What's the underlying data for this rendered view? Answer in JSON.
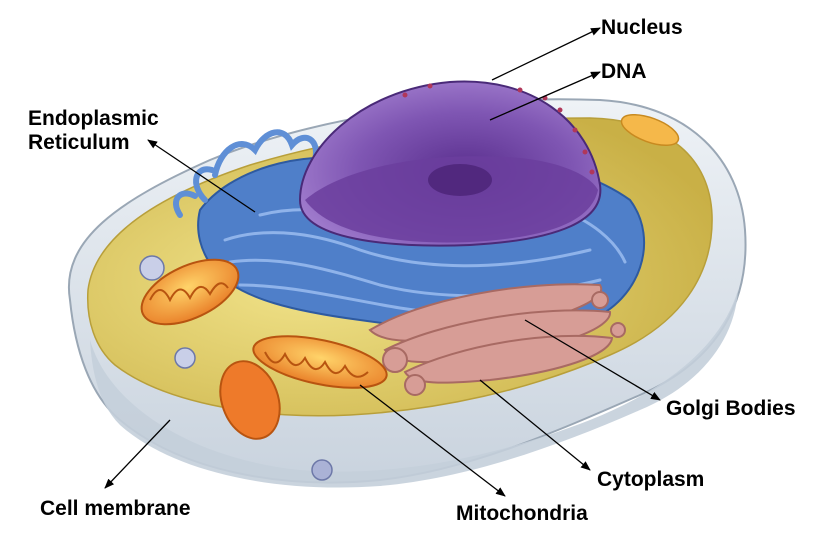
{
  "labels": {
    "nucleus": "Nucleus",
    "dna": "DNA",
    "er_line1": "Endoplasmic",
    "er_line2": "Reticulum",
    "golgi": "Golgi Bodies",
    "cytoplasm": "Cytoplasm",
    "mitochondria": "Mitochondria",
    "cell_membrane": "Cell membrane"
  },
  "colors": {
    "membrane": "#dfe6ec",
    "cytoplasm": "#d8c45a",
    "er": "#4f7fc9",
    "nucleus": "#7a4fa8",
    "golgi": "#d9a19a",
    "mitochondria": "#f08a2c"
  }
}
